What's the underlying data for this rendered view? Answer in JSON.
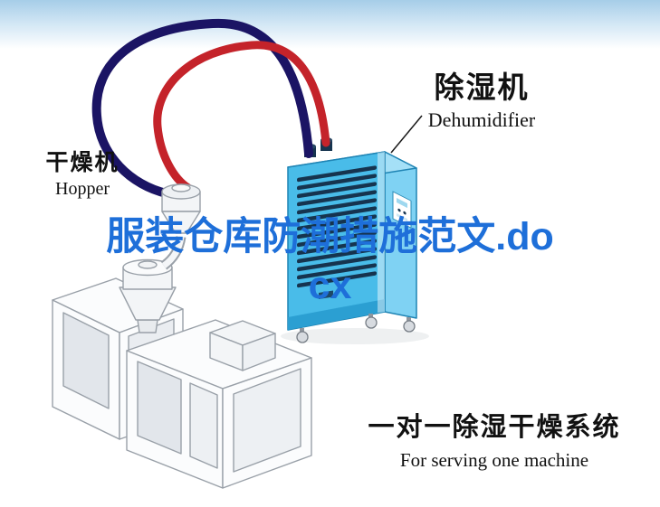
{
  "labels": {
    "dehumidifier": {
      "zh": "除湿机",
      "en": "Dehumidifier"
    },
    "hopper": {
      "zh": "干燥机",
      "en": "Hopper"
    }
  },
  "watermark": {
    "line1": "服装仓库防潮措施范文.do",
    "line2": "cx",
    "color": "#1e6fd9"
  },
  "caption": {
    "zh": "一对一除湿干燥系统",
    "en": "For serving one machine"
  },
  "colors": {
    "hose_red": "#c4232a",
    "hose_navy": "#1b1464",
    "unit_front": "#49bce9",
    "unit_side": "#7fd2f3",
    "unit_top": "#a5e0f7",
    "unit_base": "#2b9fd2",
    "vent_dark": "#16344f",
    "sky_blue": "#a6cde8",
    "machine_stroke": "#99a0a8"
  }
}
